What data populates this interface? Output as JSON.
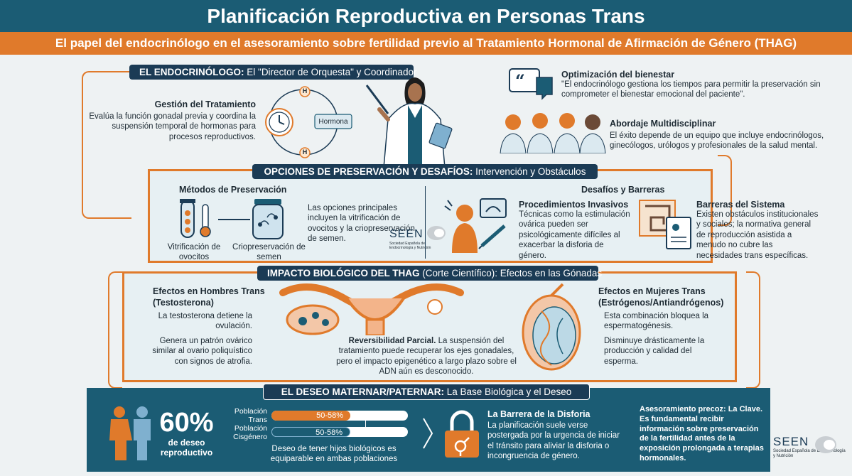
{
  "header": {
    "title": "Planificación Reproductiva en Personas Trans",
    "subtitle": "El papel del endocrinólogo en el asesoramiento sobre fertilidad previo al Tratamiento Hormonal de Afirmación de Género (THAG)"
  },
  "endo": {
    "title_bold": "EL ENDOCRINÓLOGO:",
    "title_rest": " El \"Director de Orquesta\" y Coordinador",
    "gestion_title": "Gestión del Tratamiento",
    "gestion_text": "Evalúa la función gonadal previa y coordina la suspensión temporal de hormonas para procesos reproductivos.",
    "cycle_label": "Hormona",
    "cycle_h": "H",
    "opt_title": "Optimización del bienestar",
    "opt_text": "\"El endocrinólogo gestiona los tiempos para permitir la preservación sin comprometer el bienestar emocional del paciente\".",
    "multi_title": "Abordaje Multidisciplinar",
    "multi_text": "El éxito depende de un equipo que incluye endocrinólogos, ginecólogos, urólogos y profesionales de la salud mental."
  },
  "preservation": {
    "title_bold": "OPCIONES DE PRESERVACIÓN Y DESAFÍOS:",
    "title_rest": " Intervención y Obstáculos",
    "methods_title": "Métodos de Preservación",
    "vitri_label": "Vitrificación de ovocitos",
    "crio_label": "Criopreservación de semen",
    "methods_text": "Las opciones principales incluyen la vitrificación de ovocitos y la criopreservación de semen.",
    "challenges_title": "Desafíos y Barreras",
    "proc_title": "Procedimientos Invasivos",
    "proc_text": "Técnicas como la estimulación ovárica pueden ser psicológicamente difíciles al exacerbar la disforia de género.",
    "barr_title": "Barreras del Sistema",
    "barr_text": "Existen obstáculos institucionales y sociales; la normativa general de reproducción asistida a menudo no cubre las necesidades trans específicas.",
    "seen_logo": "SEEN",
    "seen_sub": "Sociedad Española de Endocrinología y Nutrición"
  },
  "impact": {
    "title_bold": "IMPACTO BIOLÓGICO DEL THAG",
    "title_rest": " (Corte Científico): Efectos en las Gónadas",
    "men_title": "Efectos en Hombres Trans (Testosterona)",
    "men_text1": "La testosterona detiene la ovulación.",
    "men_text2": "Genera un patrón ovárico similar al ovario poliquístico con signos de atrofia.",
    "center_bold": "Reversibilidad Parcial.",
    "center_text": " La suspensión del tratamiento puede recuperar los ejes gonadales, pero el impacto epigenético a largo plazo sobre el ADN aún es desconocido.",
    "women_title": "Efectos en Mujeres Trans (Estrógenos/Antiandrógenos)",
    "women_text1": "Esta combinación bloquea la espermatogénesis.",
    "women_text2": "Disminuye drásticamente la producción y calidad del esperma."
  },
  "desire": {
    "title_bold": "EL DESEO MATERNAR/PATERNAR:",
    "title_rest": " La Base Biológica y el Deseo",
    "percent": "60%",
    "percent_label": "de deseo reproductivo",
    "bar1_label": "Población Trans",
    "bar1_value": "50-58%",
    "bar1_fraction": 0.58,
    "bar2_label": "Población Cisgénero",
    "bar2_value": "50-58%",
    "bar2_fraction": 0.58,
    "bars_caption": "Deseo de tener hijos biológicos es equiparable en ambas poblaciones",
    "dysphoria_title": "La Barrera de la Disforia",
    "dysphoria_text": "La planificación suele verse postergada por la urgencia de iniciar el tránsito para aliviar la disforia o incongruencia de género.",
    "advice_text": "Asesoramiento precoz: La Clave. Es fundamental recibir información sobre preservación de la fertilidad antes de la exposición prolongada a terapias hormonales.",
    "seen_logo": "SEEN",
    "seen_sub": "Sociedad Española de Endocrinología y Nutrición"
  },
  "colors": {
    "navy": "#1b3b55",
    "teal": "#1b5c74",
    "orange": "#e07a2b",
    "bg": "#eef2f3"
  }
}
